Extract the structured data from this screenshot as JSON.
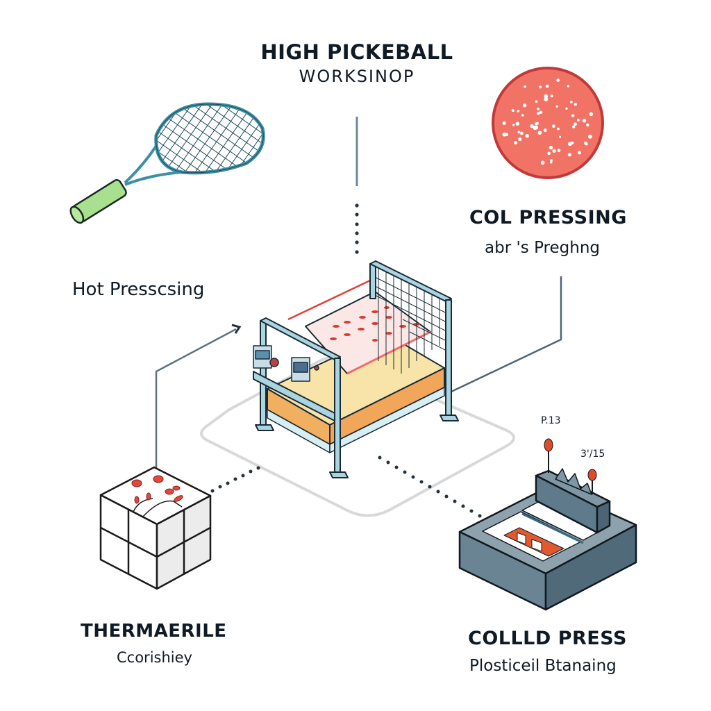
{
  "header": {
    "title": "HIGH PICKEBALL",
    "subtitle": "WORKSINOP"
  },
  "stations": {
    "cold_pressing": {
      "title": "COL PRESSING",
      "subtitle": "abr 's Preghng",
      "icon": "perforated-ball-disc-icon"
    },
    "hot_pressing": {
      "label": "Hot Presscsing",
      "icon": "pickleball-paddle-icon"
    },
    "thermal": {
      "title": "THERMAERILE",
      "subtitle": "Ccorishiey",
      "icon": "material-cube-icon"
    },
    "cold_press": {
      "title": "COLLLD PRESS",
      "subtitle": "Plosticeil Btanaing",
      "icon": "control-console-icon",
      "gauges": [
        {
          "label": "P.13"
        },
        {
          "label": "3'/15"
        }
      ]
    },
    "center": {
      "icon": "press-machine-icon"
    }
  },
  "colors": {
    "text": "#0f1a24",
    "connector": "#5d7280",
    "frame": "#a9d4e0",
    "accent_red": "#e05a4a",
    "ball_fill": "#f07366",
    "ball_stroke": "#c2393a",
    "handle_green": "#a8e090",
    "console_grey": "#5f7a8a",
    "platform": "#d8d8d8",
    "wood_light": "#f8e3a8",
    "wood_dark": "#f0b060"
  }
}
